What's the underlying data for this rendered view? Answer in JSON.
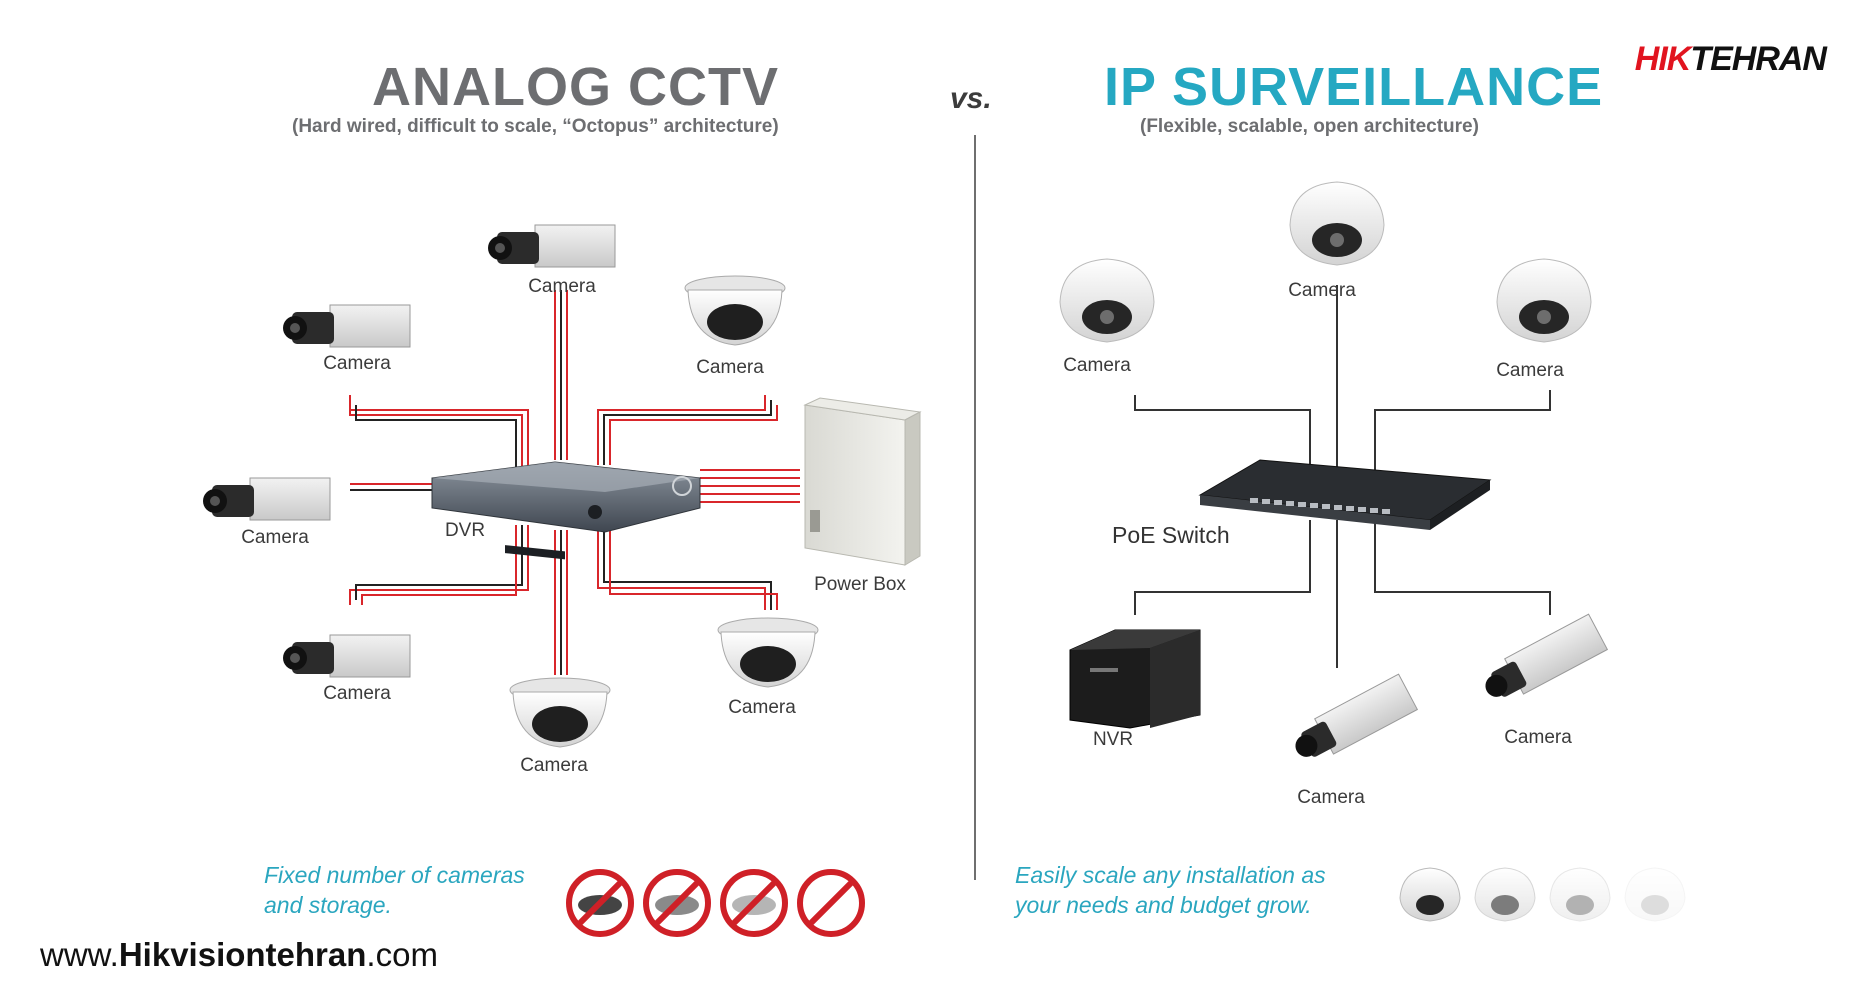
{
  "brand": {
    "part1": "HIK",
    "part2": "TEHRAN"
  },
  "analog": {
    "title": "ANALOG CCTV",
    "subtitle": "(Hard wired, difficult to scale, “Octopus” architecture)",
    "dvr_label": "DVR",
    "power_box_label": "Power Box",
    "camera_label": "Camera",
    "note_line1": "Fixed number of cameras",
    "note_line2": "and storage."
  },
  "vs": "vs.",
  "ip": {
    "title": "IP SURVEILLANCE",
    "subtitle": "(Flexible, scalable, open architecture)",
    "switch_label": "PoE Switch",
    "nvr_label": "NVR",
    "camera_label": "Camera",
    "note_line1": "Easily scale any installation as",
    "note_line2": "your needs and budget grow."
  },
  "footer": {
    "prefix": "www.",
    "bold": "Hikvisiontehran",
    "suffix": ".com"
  },
  "colors": {
    "analog_title": "#6d6e71",
    "ip_title": "#25a8c2",
    "wire_red": "#d9262b",
    "brand_red": "#e1141f"
  }
}
